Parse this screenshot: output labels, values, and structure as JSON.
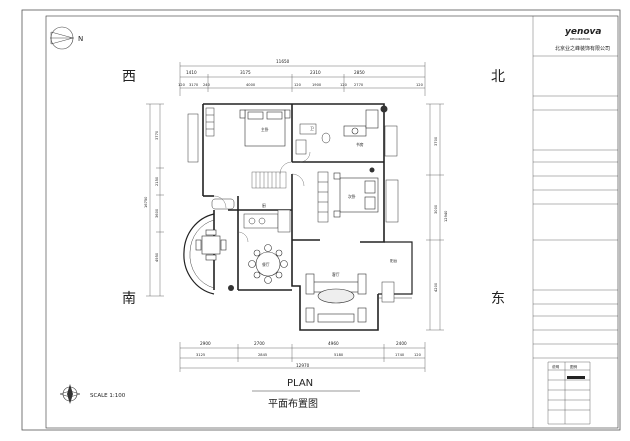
{
  "directions": {
    "west": "西",
    "north": "北",
    "south": "南",
    "east": "东"
  },
  "north_arrow_label": "N",
  "dimensions": {
    "top_total": "11650",
    "top_row1": [
      "1410",
      "3175",
      "2310",
      "2850"
    ],
    "top_row2": [
      "120",
      "3170",
      "240",
      "4000",
      "120",
      "1900",
      "120",
      "2770",
      "120"
    ],
    "bottom_total": "12970",
    "bottom_row1": [
      "2900",
      "2700",
      "4960",
      "2400"
    ],
    "bottom_row2": [
      "3125",
      "2845",
      "5180",
      "1740",
      "120"
    ],
    "left": [
      "3770",
      "2150",
      "3600",
      "4950"
    ],
    "left_total": "16750",
    "right": [
      "3700",
      "3000",
      "4200"
    ],
    "right_total": "12940"
  },
  "rooms": {
    "master": "主卧",
    "study": "书房",
    "bath": "卫",
    "kitchen": "厨",
    "second": "次卧",
    "dining": "餐厅",
    "living": "客厅",
    "balcony": "阳台"
  },
  "scale": "SCALE 1:100",
  "plan_title": "PLAN",
  "plan_subtitle": "平面布置图",
  "title_block": {
    "logo": "yenova",
    "logo_sub": "DECORATION",
    "company": "北京业之峰装饰有限公司",
    "legend_head": [
      "说明",
      "图例"
    ]
  }
}
